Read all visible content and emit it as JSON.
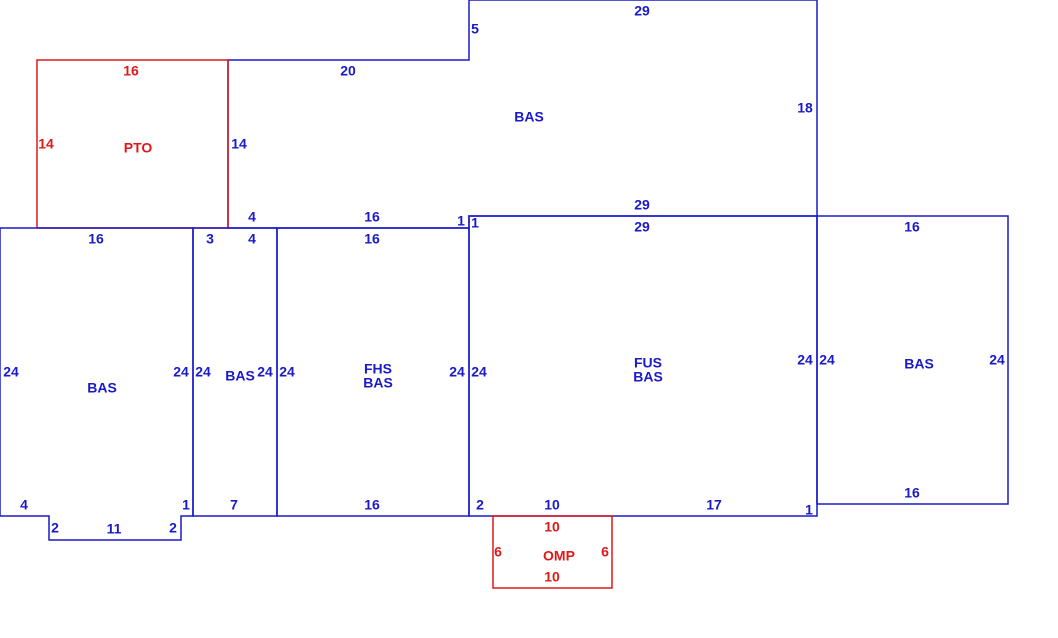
{
  "colors": {
    "main": "#1a1ac8",
    "accent": "#e01818",
    "background": "#ffffff"
  },
  "sections": [
    {
      "id": "bas-upper",
      "kind": "main",
      "labels": [
        "BAS"
      ],
      "dims": [
        "29",
        "5",
        "20",
        "18",
        "14",
        "4",
        "16",
        "1",
        "29"
      ]
    },
    {
      "id": "pto",
      "kind": "accent",
      "labels": [
        "PTO"
      ],
      "dims": [
        "16",
        "14"
      ]
    },
    {
      "id": "bas-left",
      "kind": "main",
      "labels": [
        "BAS"
      ],
      "dims": [
        "16",
        "24",
        "24",
        "4",
        "1",
        "2",
        "11",
        "2"
      ]
    },
    {
      "id": "bas-narrow",
      "kind": "main",
      "labels": [
        "BAS"
      ],
      "dims": [
        "3",
        "4",
        "24",
        "24",
        "7"
      ]
    },
    {
      "id": "fhs-bas",
      "kind": "main",
      "labels": [
        "FHS",
        "BAS"
      ],
      "dims": [
        "16",
        "24",
        "24",
        "16"
      ]
    },
    {
      "id": "fus-bas",
      "kind": "main",
      "labels": [
        "FUS",
        "BAS"
      ],
      "dims": [
        "1",
        "29",
        "24",
        "24",
        "2",
        "10",
        "17",
        "1"
      ]
    },
    {
      "id": "bas-right",
      "kind": "main",
      "labels": [
        "BAS"
      ],
      "dims": [
        "16",
        "24",
        "24",
        "16"
      ]
    },
    {
      "id": "omp",
      "kind": "accent",
      "labels": [
        "OMP"
      ],
      "dims": [
        "10",
        "6",
        "6",
        "10"
      ]
    }
  ]
}
